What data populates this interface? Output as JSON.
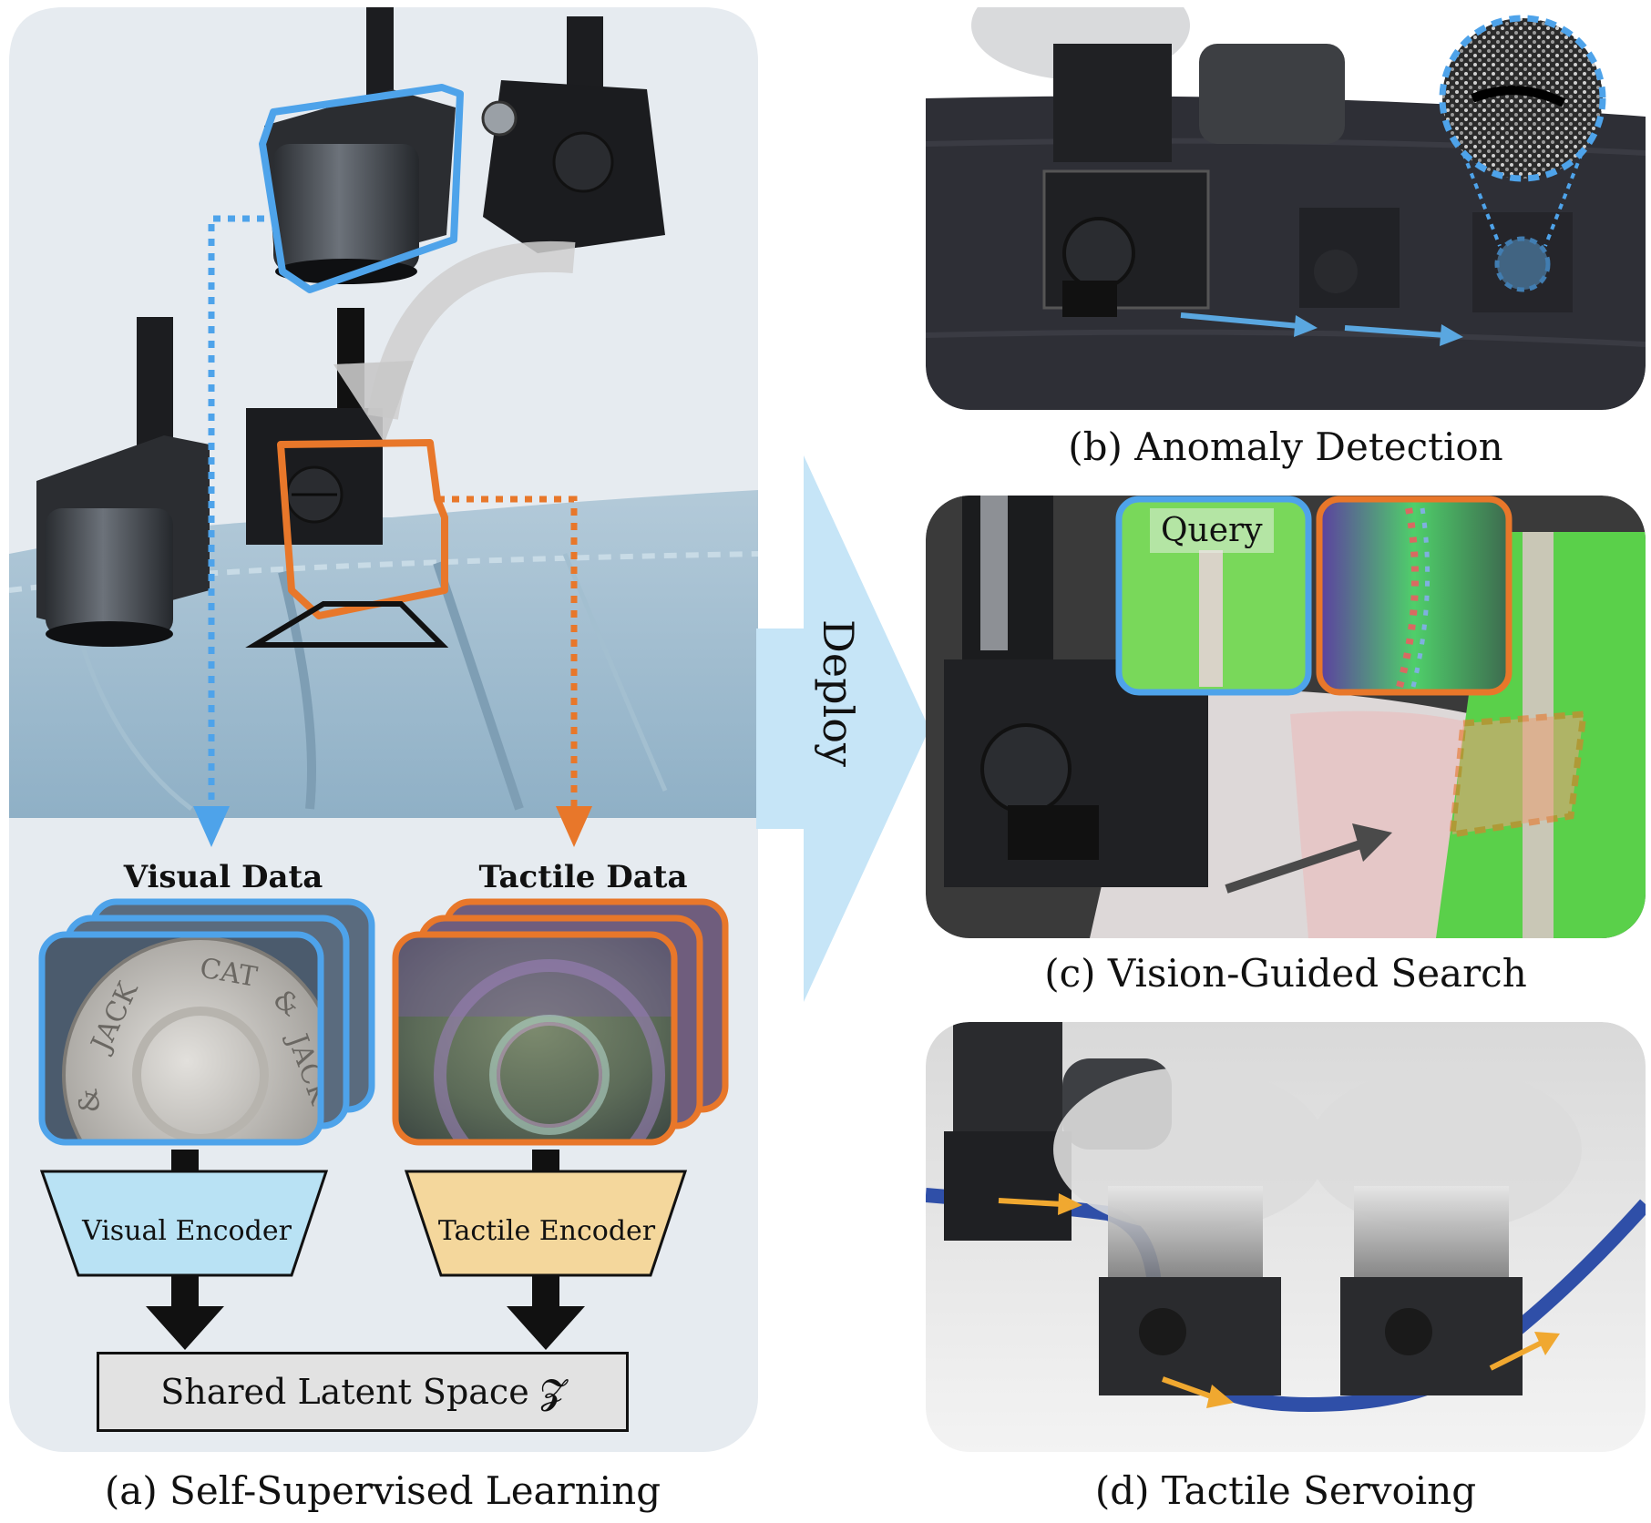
{
  "panel_a": {
    "caption": "(a) Self-Supervised Learning",
    "visual_data_title": "Visual Data",
    "tactile_data_title": "Tactile Data",
    "visual_encoder_label": "Visual Encoder",
    "tactile_encoder_label": "Tactile Encoder",
    "latent_label": "Shared Latent Space 𝓩",
    "button_text": [
      "JACK",
      "CAT",
      "&",
      "JACK",
      "&"
    ]
  },
  "deploy": {
    "label": "Deploy"
  },
  "panel_b": {
    "caption": "(b) Anomaly Detection"
  },
  "panel_c": {
    "caption": "(c) Vision-Guided Search",
    "query_label": "Query"
  },
  "panel_d": {
    "caption": "(d) Tactile Servoing"
  },
  "colors": {
    "visual_blue": "#4ea3ea",
    "tactile_orange": "#e8772a",
    "visual_encoder_fill": "#b9e2f4",
    "tactile_encoder_fill": "#f4d79c",
    "panel_bg": "#e6ebf0",
    "deploy_arrow": "#c6e5f7",
    "servo_arrow": "#f0a830"
  }
}
